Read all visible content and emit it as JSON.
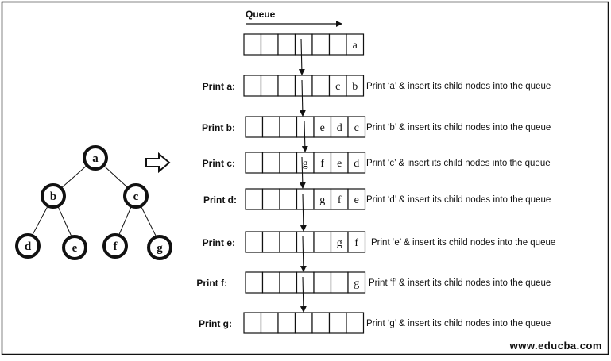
{
  "header": {
    "queue_label": "Queue"
  },
  "tree": {
    "nodes": [
      "a",
      "b",
      "c",
      "d",
      "e",
      "f",
      "g"
    ]
  },
  "steps": [
    {
      "label": "",
      "queue": [
        "a"
      ],
      "text": ""
    },
    {
      "label": "Print a:",
      "queue": [
        "c",
        "b"
      ],
      "text": "Print ‘a’ & insert its child nodes into the queue"
    },
    {
      "label": "Print b:",
      "queue": [
        "e",
        "d",
        "c"
      ],
      "text": "Print ‘b’ & insert its child nodes into the queue"
    },
    {
      "label": "Print c:",
      "queue": [
        "g",
        "f",
        "e",
        "d"
      ],
      "text": "Print ‘c’ & insert its child nodes into the queue"
    },
    {
      "label": "Print d:",
      "queue": [
        "g",
        "f",
        "e"
      ],
      "text": "Print ‘d’ & insert its child nodes into the queue"
    },
    {
      "label": "Print e:",
      "queue": [
        "g",
        "f"
      ],
      "text": "Print ‘e’ & insert its child nodes into the queue"
    },
    {
      "label": "Print f:",
      "queue": [
        "g"
      ],
      "text": "Print ‘f’ & insert its child nodes into the queue"
    },
    {
      "label": "Print g:",
      "queue": [],
      "text": "Print ‘g’ & insert its child nodes into the queue"
    }
  ],
  "footer": {
    "url": "www.educba.com"
  }
}
